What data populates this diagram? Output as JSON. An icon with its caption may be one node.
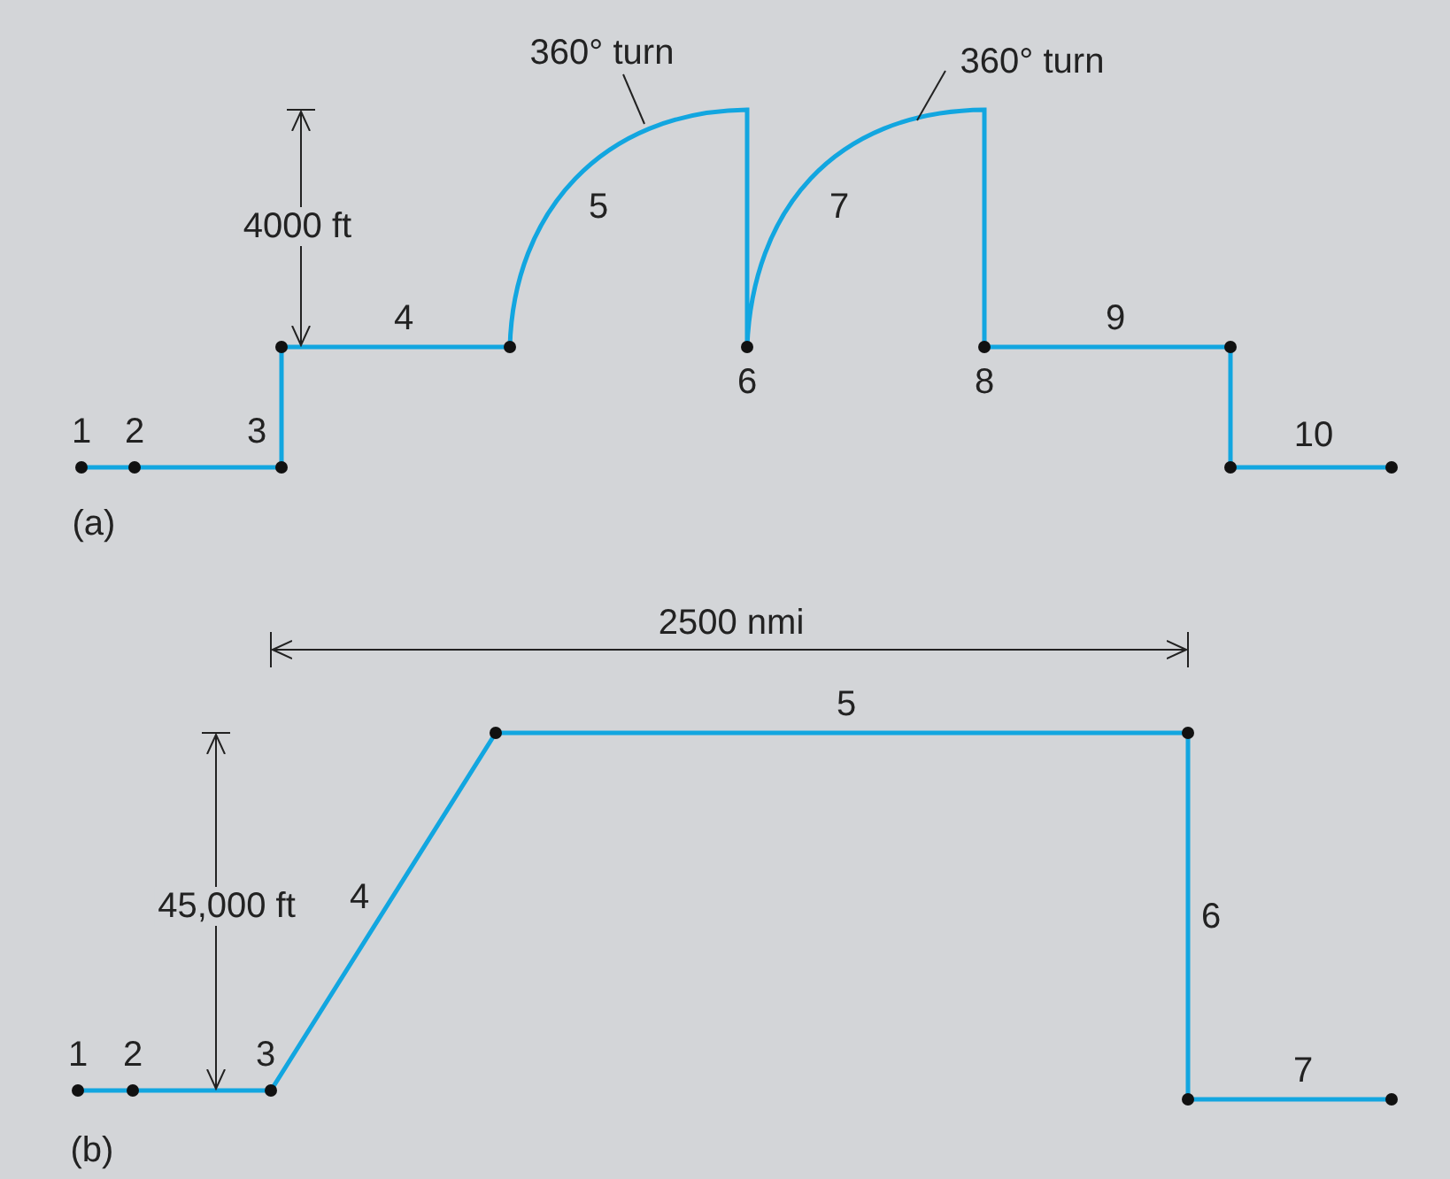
{
  "diagram": {
    "nodes": [
      {
        "text": [
          "360° turn"
        ]
      },
      {
        "text": [
          "360° turn"
        ]
      }
    ],
    "edges": [
      {
        "from": 0,
        "to": null,
        "arrow": "none"
      },
      {
        "from": 1,
        "to": null,
        "arrow": "none"
      }
    ],
    "labels": [
      "4000 ft",
      "4",
      "5",
      "7",
      "6",
      "8",
      "9",
      "1",
      "2",
      "3",
      "10",
      "(a)",
      "2500 nmi",
      "5",
      "45,000 ft",
      "4",
      "6",
      "1",
      "2",
      "3",
      "7",
      "(b)"
    ]
  }
}
